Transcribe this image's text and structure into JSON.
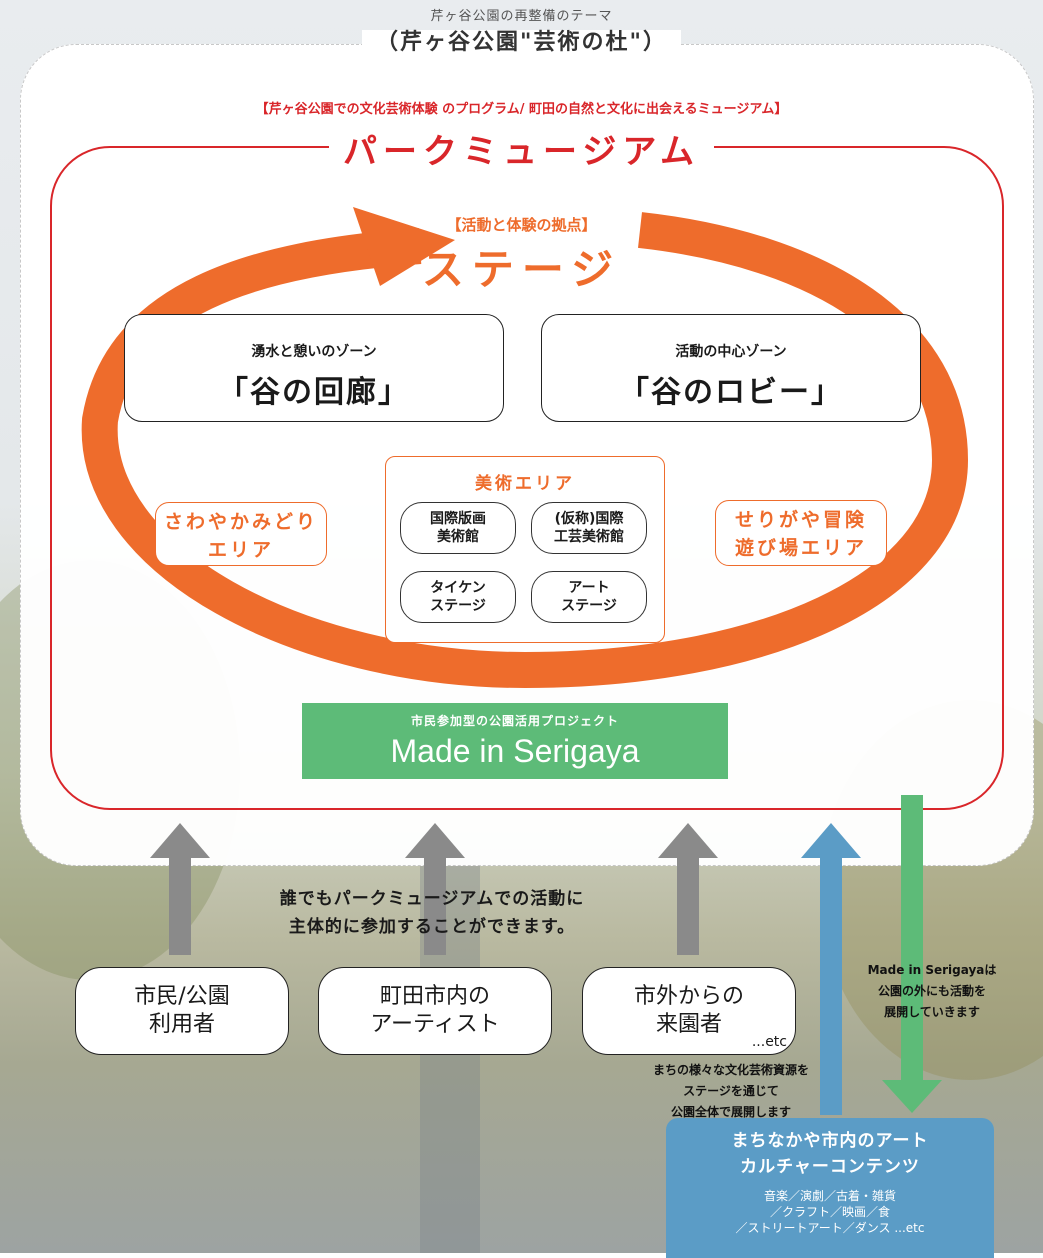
{
  "header": {
    "subtitle": "芹ヶ谷公園の再整備のテーマ",
    "title": "（芹ヶ谷公園\"芸術の杜\"）"
  },
  "program": "【芹ヶ谷公園での文化芸術体験 のプログラム/ 町田の自然と文化に出会えるミュージアム】",
  "park_museum": "パークミュージアム",
  "stage": {
    "label": "【活動と体験の拠点】",
    "title": "ステージ"
  },
  "zones": {
    "left": {
      "sub": "湧水と憩いのゾーン",
      "name": "「谷の回廊」"
    },
    "right": {
      "sub": "活動の中心ゾーン",
      "name": "「谷のロビー」"
    }
  },
  "side_areas": {
    "left": [
      "さわやかみどり",
      "エリア"
    ],
    "right": [
      "せりがや冒険",
      "遊び場エリア"
    ]
  },
  "art_area": {
    "title": "美術エリア",
    "items": [
      [
        "国際版画",
        "美術館"
      ],
      [
        "(仮称)国際",
        "工芸美術館"
      ],
      [
        "タイケン",
        "ステージ"
      ],
      [
        "アート",
        "ステージ"
      ]
    ]
  },
  "made_in": {
    "sub": "市民参加型の公園活用プロジェクト",
    "title": "Made in Serigaya"
  },
  "participation": [
    "誰でもパークミュージアムでの活動に",
    "主体的に参加することができます。"
  ],
  "actors": [
    [
      "市民/公園",
      "利用者"
    ],
    [
      "町田市内の",
      "アーティスト"
    ],
    [
      "市外からの",
      "来園者"
    ]
  ],
  "actor_etc": "...etc",
  "made_note": [
    "Made in Serigayaは",
    "公園の外にも活動を",
    "展開していきます"
  ],
  "town_note": [
    "まちの様々な文化芸術資源を",
    "ステージを通じて",
    "公園全体で展開します"
  ],
  "culture": {
    "title": [
      "まちなかや市内のアート",
      "カルチャーコンテンツ"
    ],
    "items": [
      "音楽／演劇／古着・雑貨",
      "／クラフト／映画／食",
      "／ストリートアート／ダンス ...etc"
    ]
  },
  "colors": {
    "red": "#d9262a",
    "orange": "#ee6c2c",
    "green": "#5dbb78",
    "blue": "#5b9cc6",
    "gray_arrow": "#8a8a8a"
  }
}
